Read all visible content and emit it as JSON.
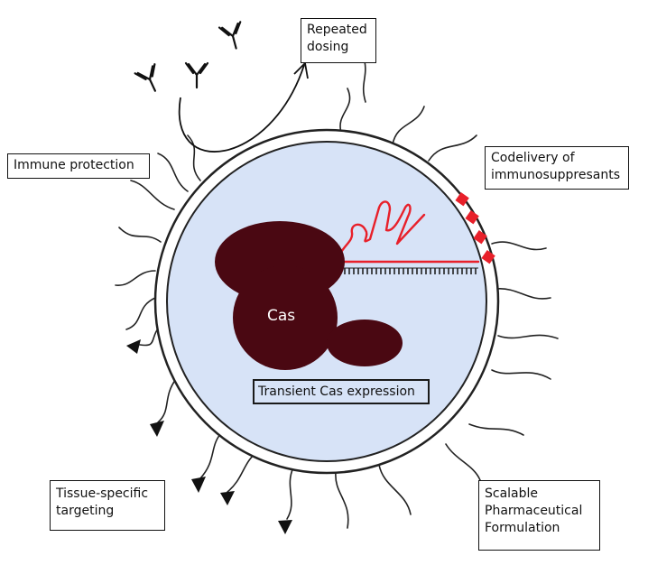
{
  "labels": {
    "repeated_dosing": [
      "Repeated",
      "dosing"
    ],
    "immune_protection": "Immune protection",
    "codelivery": [
      "Codelivery of",
      "immunosuppresants"
    ],
    "tissue_targeting": [
      "Tissue-specific",
      "targeting"
    ],
    "scalable": [
      "Scalable",
      "Pharmaceutical",
      "Formulation"
    ],
    "transient": "Transient Cas expression",
    "cas": "Cas"
  },
  "colors": {
    "cas_protein": "#4a0812",
    "rna": "#e8202a",
    "vesicle_interior": "#d7e3f7",
    "outline": "#111111",
    "immunosuppressant": "#e8202a"
  },
  "icons": [
    "antibody-icon",
    "arrow-icon",
    "targeting-ligand-icon"
  ]
}
